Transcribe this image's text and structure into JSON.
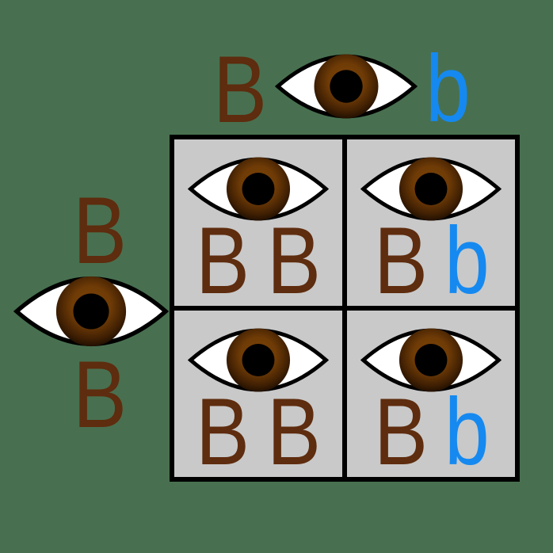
{
  "diagram_type": "punnett-square",
  "colors": {
    "bg": "#487050",
    "brown": "#5E2C0E",
    "blue": "#1589F0",
    "cell-bg": "#C9C9C9",
    "grid-border": "#000000",
    "sclera": "#FFFFFF",
    "outline": "#000000",
    "pupil": "#000000",
    "iris-0": "#7C4408",
    "iris-1": "#6F3B06",
    "iris-2": "#3F1F03",
    "iris-3": "#150A00"
  },
  "parent_top": {
    "genotype": "Bb",
    "alleles": [
      {
        "ch": "B",
        "color": "brown"
      },
      {
        "ch": "b",
        "color": "blue"
      }
    ],
    "eye_icon": "brown-eye-icon"
  },
  "parent_left": {
    "genotype": "BB",
    "alleles": [
      {
        "ch": "B",
        "color": "brown"
      },
      {
        "ch": "B",
        "color": "brown"
      }
    ],
    "eye_icon": "brown-eye-icon"
  },
  "cells": [
    {
      "position": "top-left",
      "genotype": "BB",
      "eye_icon": "brown-eye-icon",
      "letters": [
        {
          "ch": "B",
          "color": "brown"
        },
        {
          "ch": "B",
          "color": "brown"
        }
      ]
    },
    {
      "position": "top-right",
      "genotype": "Bb",
      "eye_icon": "brown-eye-icon",
      "letters": [
        {
          "ch": "B",
          "color": "brown"
        },
        {
          "ch": "b",
          "color": "blue"
        }
      ]
    },
    {
      "position": "bottom-left",
      "genotype": "BB",
      "eye_icon": "brown-eye-icon",
      "letters": [
        {
          "ch": "B",
          "color": "brown"
        },
        {
          "ch": "B",
          "color": "brown"
        }
      ]
    },
    {
      "position": "bottom-right",
      "genotype": "Bb",
      "eye_icon": "brown-eye-icon",
      "letters": [
        {
          "ch": "B",
          "color": "brown"
        },
        {
          "ch": "b",
          "color": "blue"
        }
      ]
    }
  ]
}
